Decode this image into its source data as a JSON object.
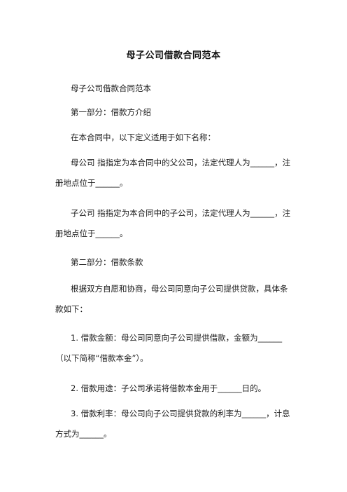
{
  "document": {
    "title": "母子公司借款合同范本",
    "paragraphs": [
      {
        "id": "p1",
        "text": "母子公司借款合同范本"
      },
      {
        "id": "p2",
        "text": "第一部分：借款方介绍"
      },
      {
        "id": "p3",
        "text": "在本合同中，以下定义适用于如下名称："
      },
      {
        "id": "p4",
        "line1": "母公司 指指定为本合同中的父公司，法定代理人为______，注",
        "line2": "册地点位于______。"
      },
      {
        "id": "p5",
        "line1": "子公司 指指定为本合同中的子公司，法定代理人为______，注",
        "line2": "册地点位于______。"
      },
      {
        "id": "p6",
        "text": "第二部分：借款条款"
      },
      {
        "id": "p7",
        "line1": "根据双方自愿和协商，母公司同意向子公司提供贷款，具体条",
        "line2": "款如下："
      },
      {
        "id": "p8",
        "line1": "1. 借款金额：母公司同意向子公司提供借款，金额为______",
        "line2": "（以下简称“借款本金”）。"
      },
      {
        "id": "p9",
        "text": "2. 借款用途：子公司承诺将借款本金用于______日的。"
      },
      {
        "id": "p10",
        "line1": "3. 借款利率：母公司向子公司提供贷款的利率为______，计息",
        "line2": "方式为______。"
      }
    ]
  }
}
